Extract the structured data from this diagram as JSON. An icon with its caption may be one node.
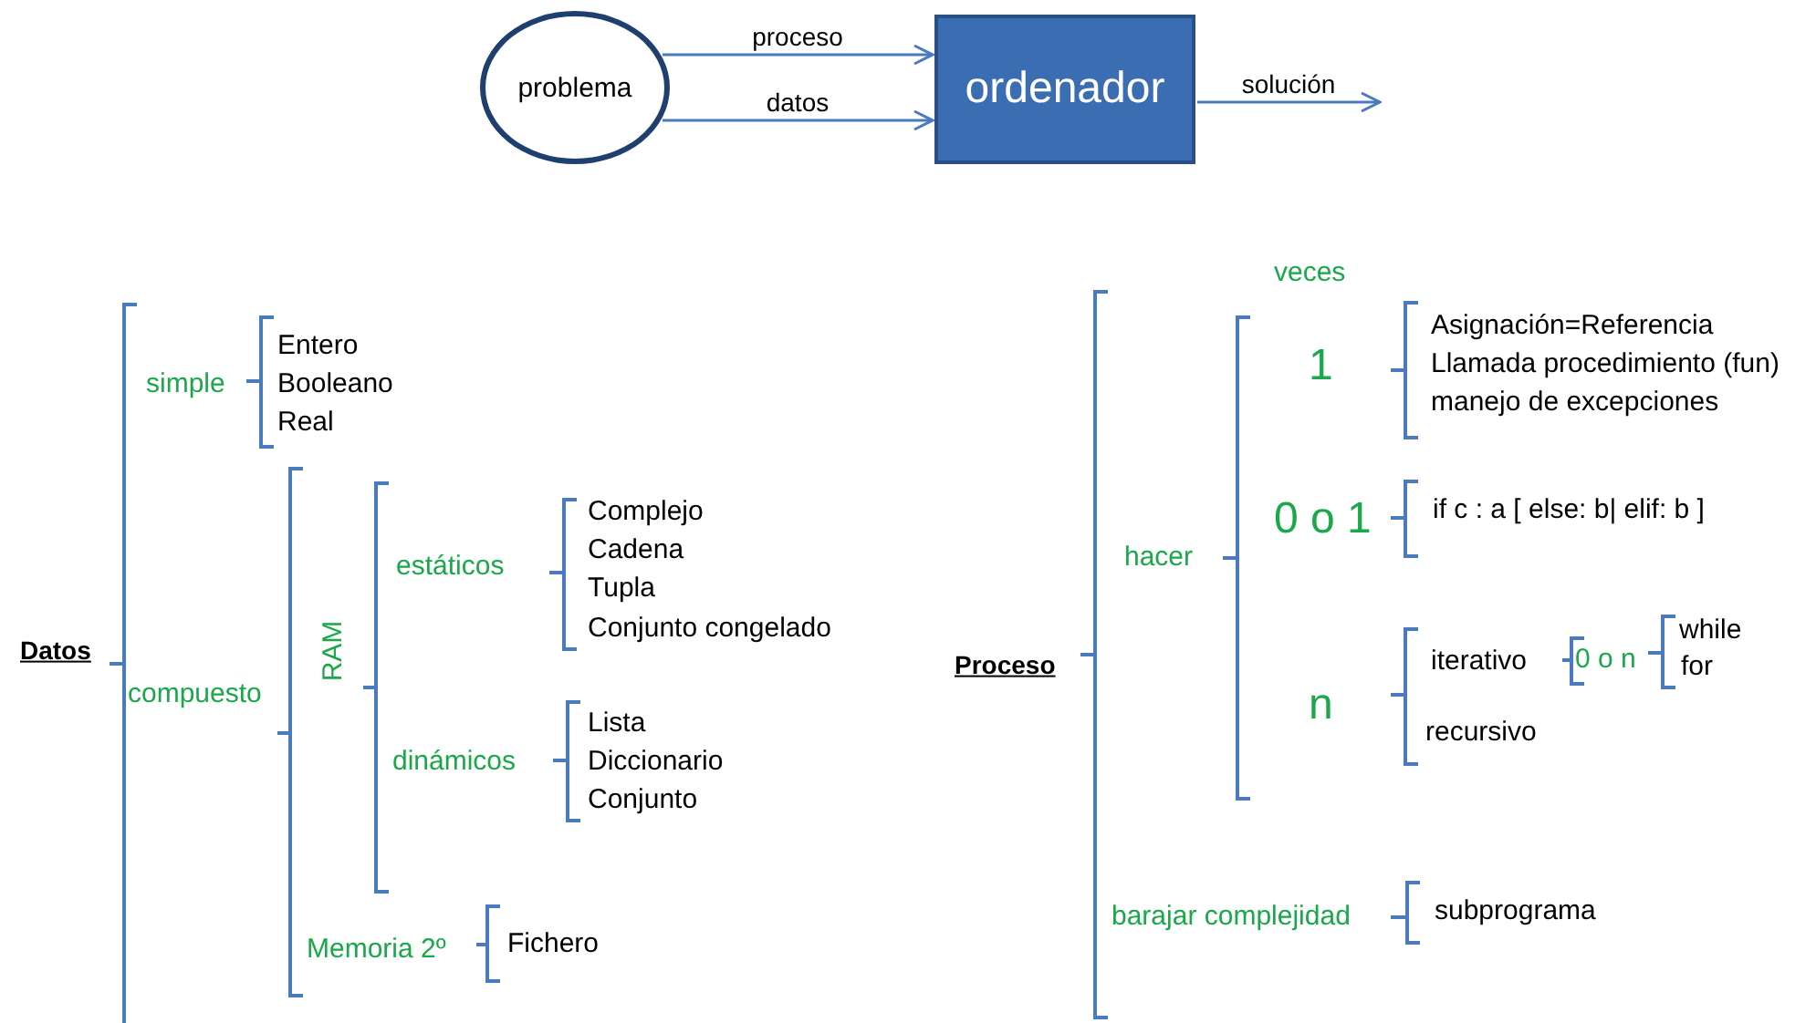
{
  "diagram": {
    "nodes": [
      {
        "text": [
          "problema"
        ]
      },
      {
        "text": [
          "ordenador"
        ]
      }
    ],
    "edges": [
      {
        "from": 0,
        "to": 1,
        "arrow": "to",
        "label": "proceso"
      },
      {
        "from": 0,
        "to": 1,
        "arrow": "to",
        "label": "datos"
      },
      {
        "from": 1,
        "to": null,
        "arrow": "to",
        "label": "solución"
      }
    ],
    "labels": [
      "Datos",
      "simple",
      "Entero",
      "Booleano",
      "Real",
      "compuesto",
      "RAM",
      "estáticos",
      "Complejo",
      "Cadena",
      "Tupla",
      "Conjunto congelado",
      "dinámicos",
      "Lista",
      "Diccionario",
      "Conjunto",
      "Memoria 2º",
      "Fichero",
      "veces",
      "Proceso",
      "hacer",
      "1",
      "Asignación=Referencia",
      "Llamada procedimiento (fun)",
      "manejo de excepciones",
      "0 o 1",
      "if c : a [ else:  b| elif: b ]",
      "n",
      "iterativo",
      "0 o n",
      "while",
      "for",
      "recursivo",
      "barajar complejidad",
      "subprograma"
    ]
  }
}
